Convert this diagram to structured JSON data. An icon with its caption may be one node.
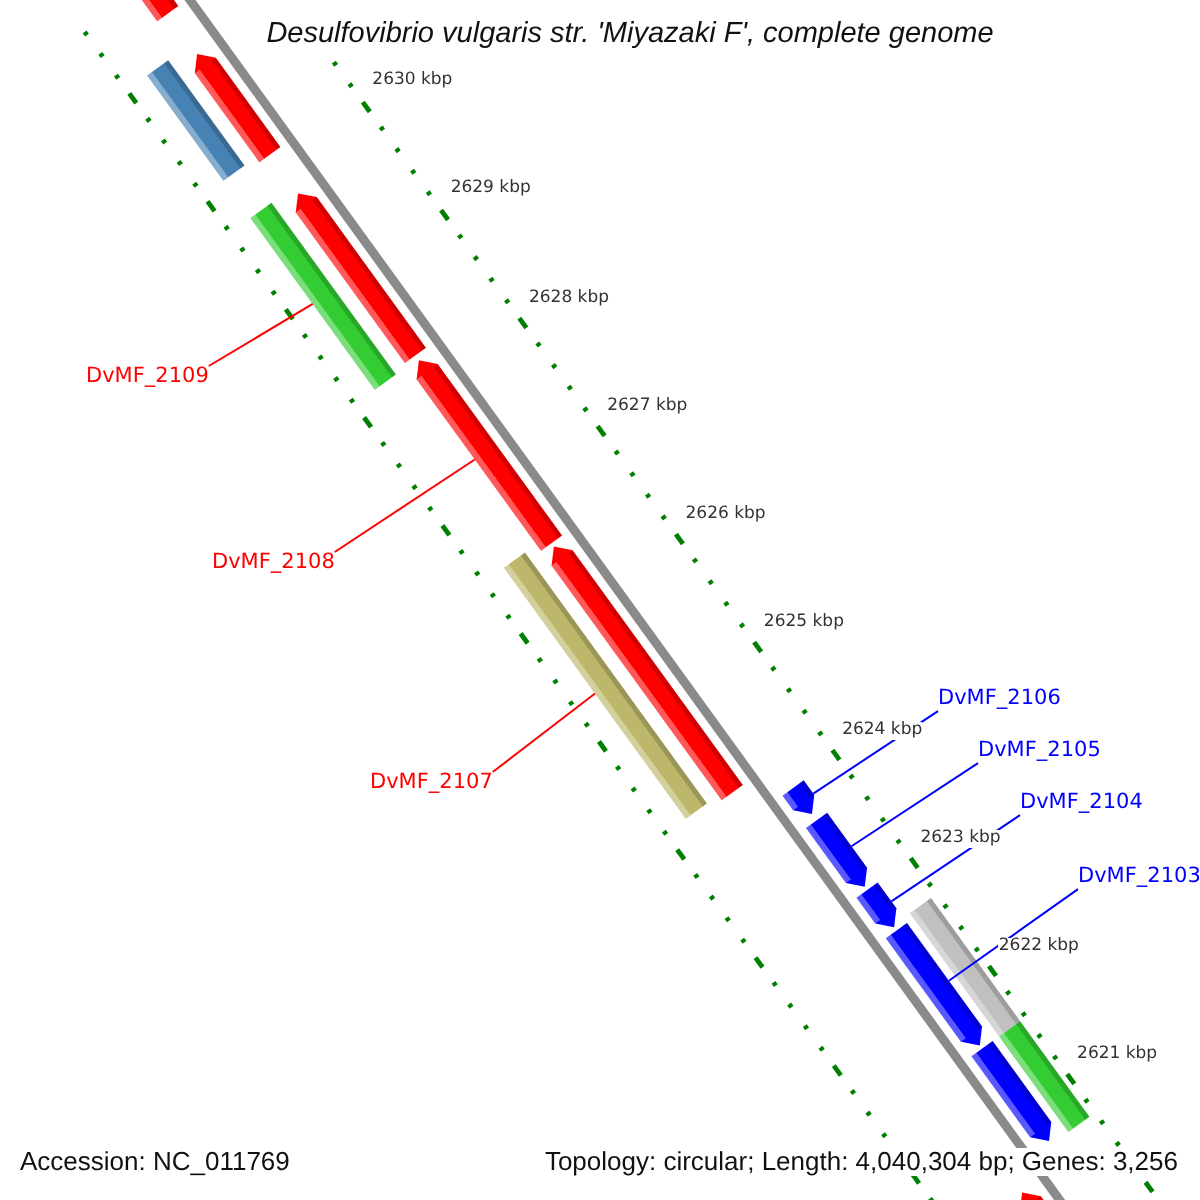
{
  "diagram": {
    "title": "Desulfovibrio vulgaris str. 'Miyazaki F', complete genome",
    "nodes": [
      {
        "text": [],
        "shape": "arrow"
      },
      {
        "text": [],
        "shape": "bar"
      },
      {
        "text": [],
        "shape": "arrow"
      },
      {
        "text": [],
        "shape": "bar"
      },
      {
        "text": [],
        "shape": "arrow"
      },
      {
        "text": [
          "DvMF_2109"
        ]
      },
      {
        "text": [],
        "shape": "arrow"
      },
      {
        "text": [
          "DvMF_2108"
        ]
      },
      {
        "text": [],
        "shape": "bar"
      },
      {
        "text": [],
        "shape": "arrow"
      },
      {
        "text": [
          "DvMF_2106"
        ]
      },
      {
        "text": [
          "DvMF_2105"
        ]
      },
      {
        "text": [
          "DvMF_2107"
        ]
      },
      {
        "text": [
          "DvMF_2104"
        ]
      },
      {
        "text": [],
        "shape": "arrow"
      },
      {
        "text": [],
        "shape": "arrow"
      },
      {
        "text": [
          "DvMF_2103"
        ]
      },
      {
        "text": [],
        "shape": "arrow"
      },
      {
        "text": [],
        "shape": "bar"
      },
      {
        "text": [],
        "shape": "arrow"
      },
      {
        "text": [],
        "shape": "bar"
      },
      {
        "text": [],
        "shape": "arrow"
      },
      {
        "text": [],
        "shape": "arrow"
      }
    ],
    "edges": [
      {
        "from": 5,
        "to": 3,
        "arrow": "none",
        "color": "#ff0000"
      },
      {
        "from": 7,
        "to": 6,
        "arrow": "none",
        "color": "#ff0000"
      },
      {
        "from": 12,
        "to": 8,
        "arrow": "none",
        "color": "#ff0000"
      },
      {
        "from": 10,
        "to": 14,
        "arrow": "none"
      },
      {
        "from": 11,
        "to": 15,
        "arrow": "none"
      },
      {
        "from": 13,
        "to": 17,
        "arrow": "none"
      },
      {
        "from": 16,
        "to": 19,
        "arrow": "none"
      }
    ],
    "labels": [
      "2630 kbp",
      "2629 kbp",
      "2628 kbp",
      "2627 kbp",
      "2626 kbp",
      "2625 kbp",
      "2624 kbp",
      "2623 kbp",
      "2622 kbp",
      "2621 kbp",
      "Accession: NC_011769",
      "Topology: circular; Length: 4,040,304 bp; Genes: 3,256"
    ]
  }
}
